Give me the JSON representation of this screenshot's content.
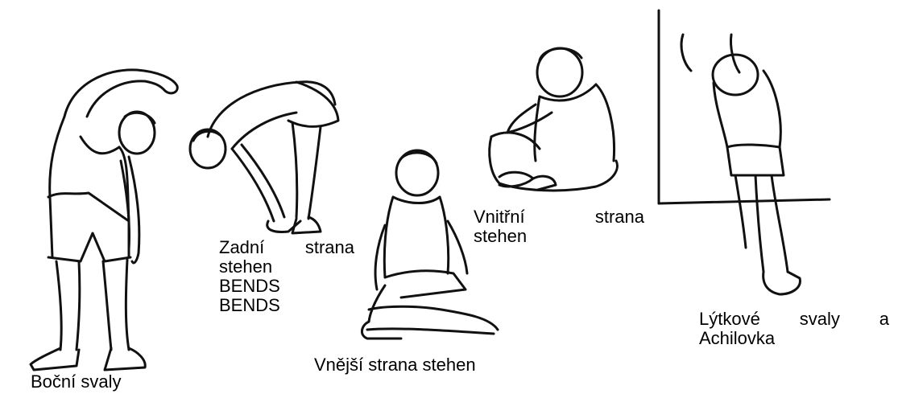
{
  "captions": {
    "side_muscles": "Boční svaly",
    "hamstrings": {
      "line1_left": "Zadní",
      "line1_right": "strana",
      "line2": "stehen",
      "line3": "BENDS",
      "line4": "BENDS"
    },
    "outer_thigh": "Vnější strana stehen",
    "inner_thigh": {
      "line1_left": "Vnitřní",
      "line1_right": "strana",
      "line2": "stehen"
    },
    "calves": {
      "line1_left": "Lýtkové",
      "line1_mid": "svaly",
      "line1_right": "a",
      "line2": "Achilovka"
    }
  },
  "colors": {
    "line_art": "#111111",
    "background": "#ffffff",
    "text": "#000000"
  }
}
